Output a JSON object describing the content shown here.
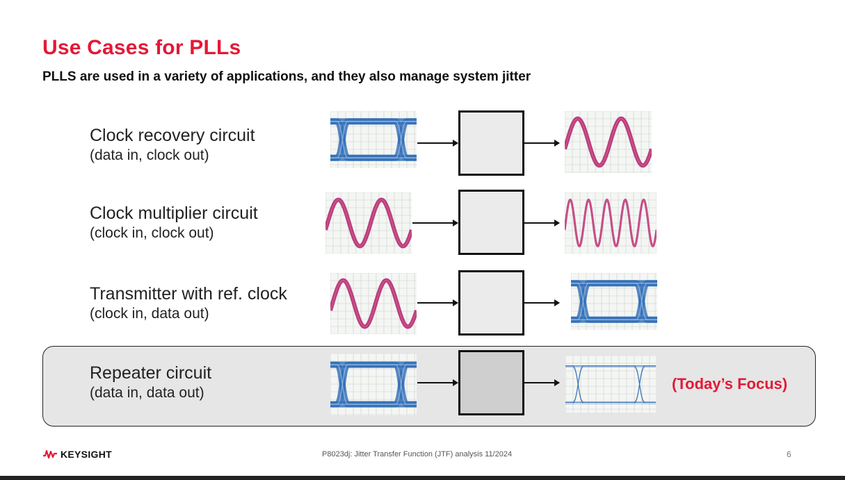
{
  "slide": {
    "title": "Use Cases for PLLs",
    "subtitle": "PLLS are used in a variety of applications, and they also manage system jitter"
  },
  "rows": [
    {
      "main": "Clock recovery circuit",
      "sub": "(data in, clock out)",
      "input": "eye-diagram",
      "output": "sine-wave"
    },
    {
      "main": "Clock multiplier circuit",
      "sub": "(clock in, clock out)",
      "input": "sine-wave",
      "output": "sine-wave-high-frequency"
    },
    {
      "main": "Transmitter with ref. clock",
      "sub": "(clock in, data out)",
      "input": "sine-wave",
      "output": "eye-diagram"
    },
    {
      "main": "Repeater circuit",
      "sub": "(data in, data out)",
      "input": "eye-diagram",
      "output": "eye-diagram-clean"
    }
  ],
  "focus_label": "(Today’s Focus)",
  "footer": {
    "logo_text": "KEYSIGHT",
    "center_text": "P8023dj: Jitter Transfer Function (JTF) analysis 11/2024",
    "page_number": "6"
  },
  "colors": {
    "accent": "#e31937",
    "sine": "#b01e66",
    "eye": "#2f6db5",
    "panel": "#e6e6e6"
  }
}
